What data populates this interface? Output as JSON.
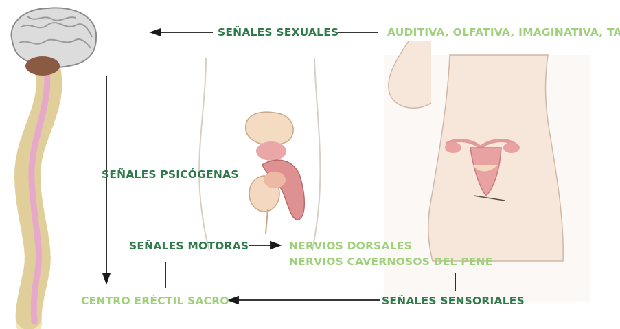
{
  "labels": {
    "senales_sexuales": "SEÑALES SEXUALES",
    "estimulos": "AUDITIVA, OLFATIVA, IMAGINATIVA, TACTIL",
    "senales_psicogenas": "SEÑALES PSICÓGENAS",
    "senales_motoras": "SEÑALES MOTORAS",
    "nervios_dorsales": "NERVIOS DORSALES",
    "nervios_cavernosos": "NERVIOS CAVERNOSOS DEL PENE",
    "centro_erectil": "CENTRO ERÉCTIL SACRO",
    "senales_sensoriales": "SEÑALES SENSORIALES"
  },
  "colors": {
    "label_dark": "#2e7a4a",
    "label_light": "#9fd07b",
    "arrow": "#1a1a1a",
    "skin": "#f7e7da",
    "spinal_cord": "#e7a9c9",
    "vertebra": "#f1e4b8"
  }
}
